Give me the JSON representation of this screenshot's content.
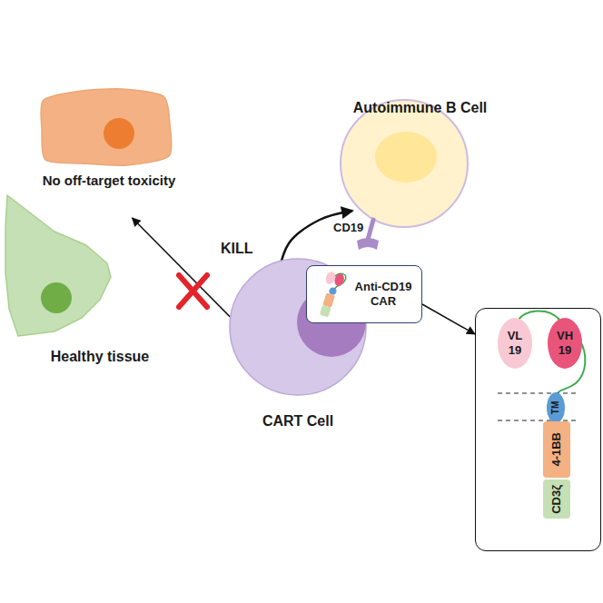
{
  "diagram": {
    "nodes": [
      {
        "text": [
          "No off-target toxicity"
        ]
      },
      {
        "text": [
          "Autoimmune B Cell",
          "CD19"
        ]
      },
      {
        "text": [
          "Healthy tissue"
        ]
      },
      {
        "text": [
          "Anti-CD19 CAR"
        ]
      },
      {
        "text": [
          "CART Cell"
        ]
      },
      {
        "text": []
      },
      {
        "text": [
          "VL 19"
        ],
        "in": 5
      },
      {
        "text": [
          "VH 19"
        ],
        "in": 5
      },
      {
        "text": [
          "TM"
        ],
        "in": 5
      },
      {
        "text": [
          "4-1BB"
        ],
        "in": 5
      },
      {
        "text": [
          "CD3ζ"
        ],
        "in": 5
      }
    ],
    "edges": [
      {
        "from": 4,
        "to": 1,
        "arrow": "to",
        "label": "KILL"
      },
      {
        "from": 4,
        "to": 0,
        "arrow": "to"
      },
      {
        "from": 3,
        "to": 5,
        "arrow": "to"
      }
    ]
  }
}
